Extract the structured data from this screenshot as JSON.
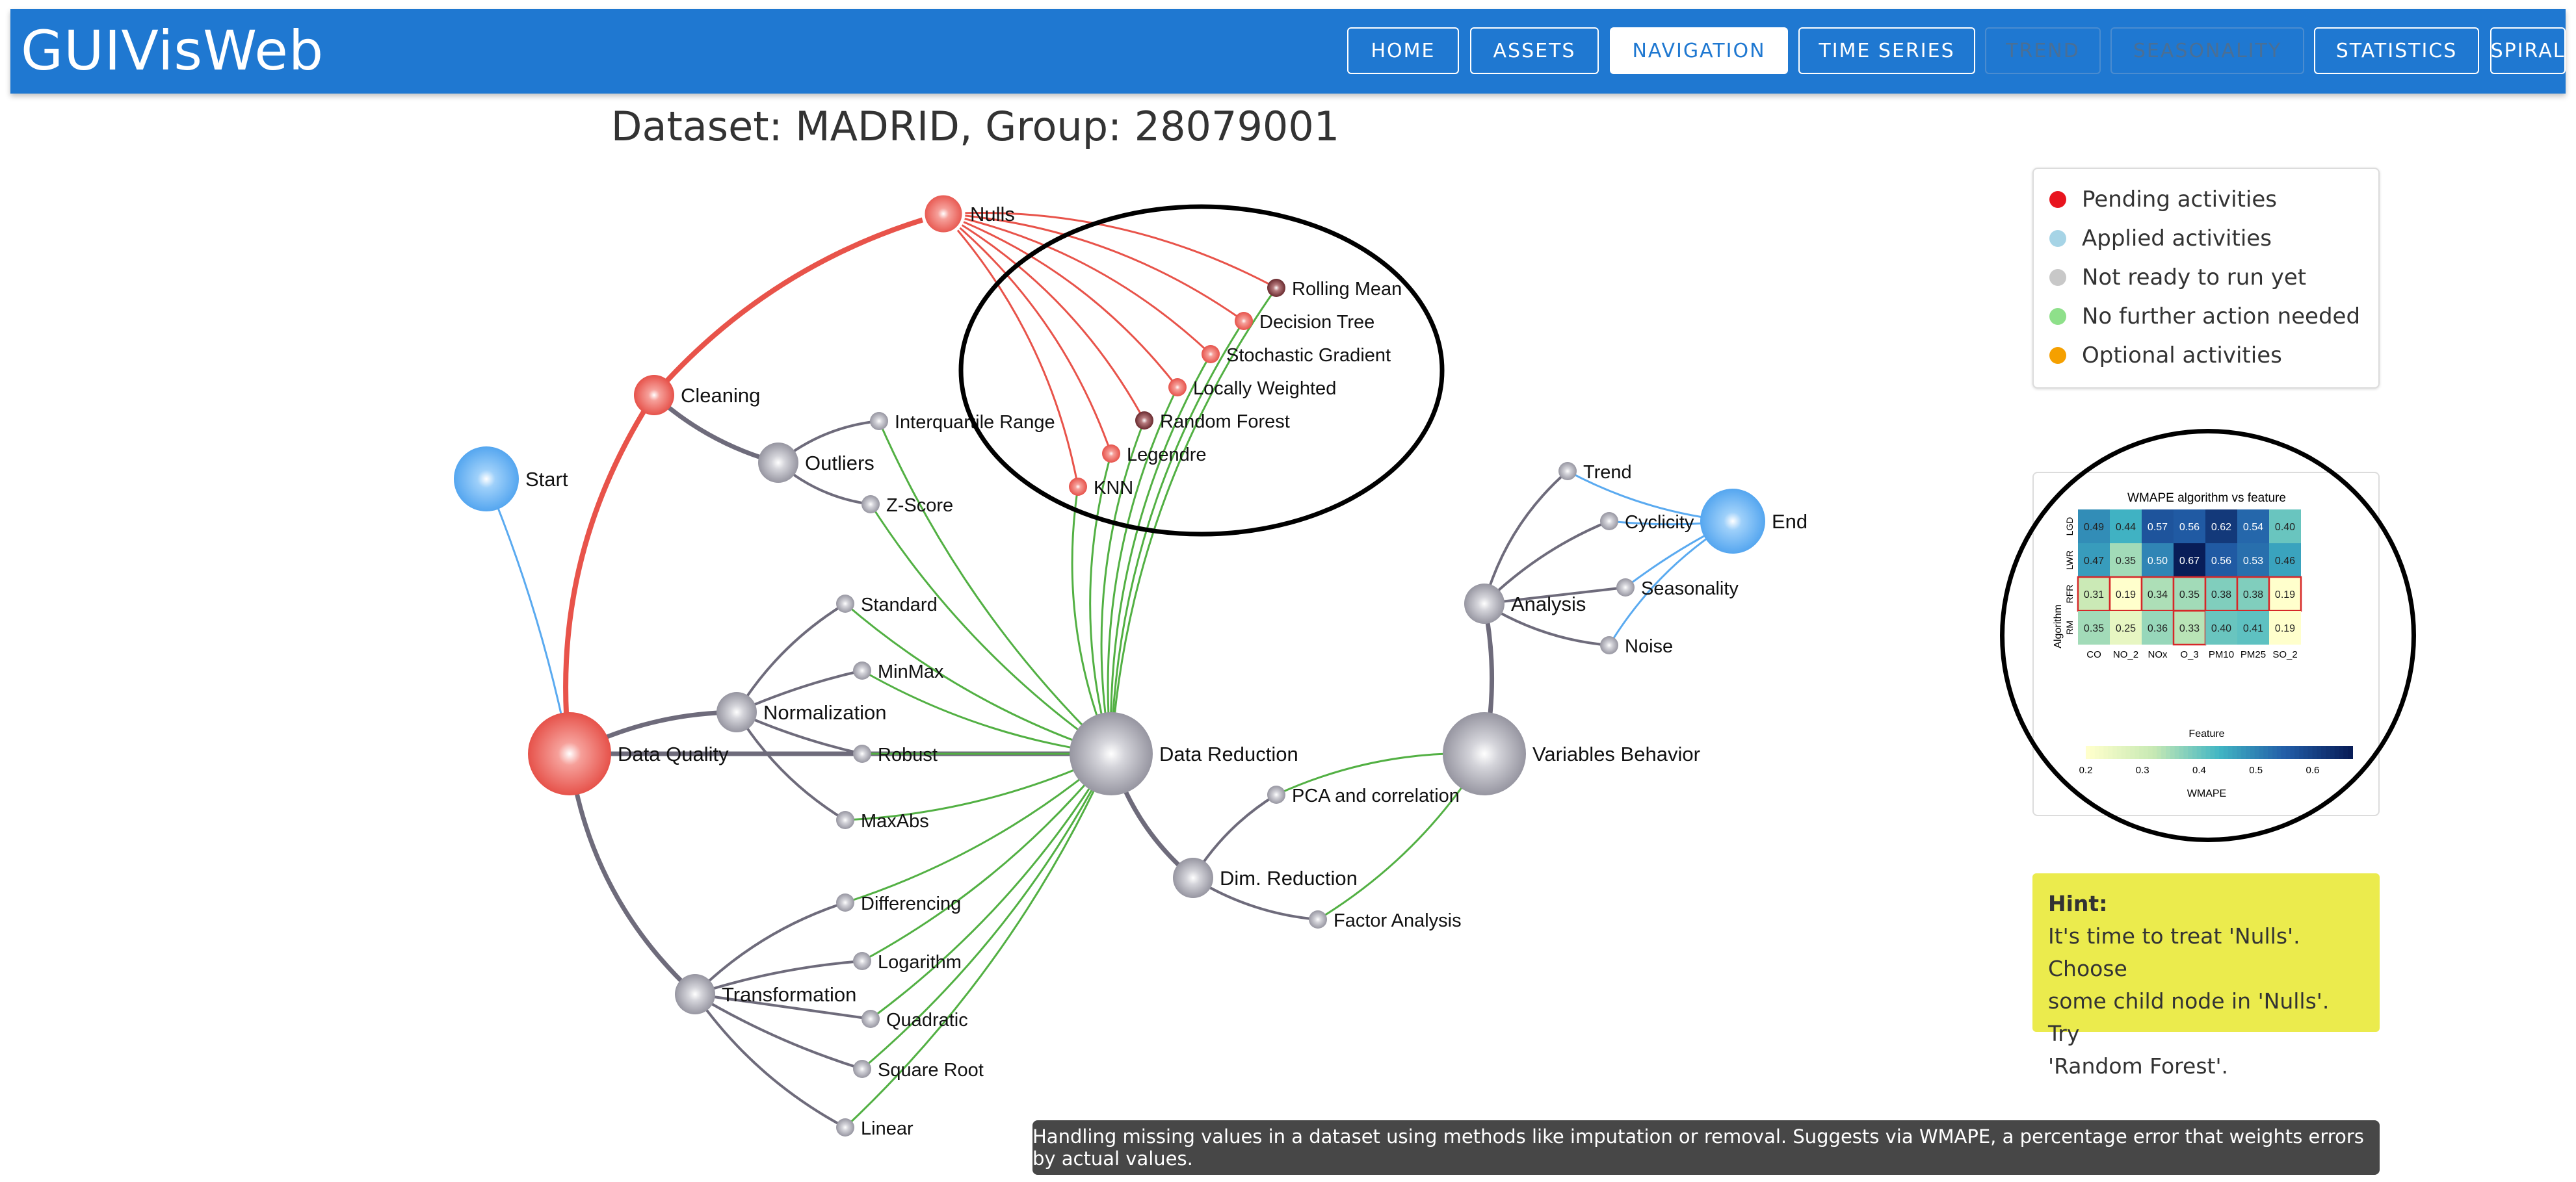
{
  "app": {
    "brand": "GUIVisWeb",
    "nav": [
      {
        "label": "HOME",
        "state": "normal"
      },
      {
        "label": "ASSETS",
        "state": "normal"
      },
      {
        "label": "NAVIGATION",
        "state": "active"
      },
      {
        "label": "TIME SERIES",
        "state": "normal"
      },
      {
        "label": "TREND",
        "state": "disabled"
      },
      {
        "label": "SEASONALITY",
        "state": "disabled"
      },
      {
        "label": "STATISTICS",
        "state": "normal"
      },
      {
        "label": "SPIRAL",
        "state": "normal"
      }
    ]
  },
  "page": {
    "title": "Dataset: MADRID, Group: 28079001"
  },
  "colors": {
    "pending": "#e4473f",
    "applied": "#5aaaf0",
    "not_ready": "#a9a9b3",
    "edge_red": "#e8534a",
    "edge_gray": "#6e6b7b",
    "edge_green": "#52b043",
    "edge_blue": "#5aaaf0",
    "dark_node": "#7a2a2e"
  },
  "graph": {
    "nodes": [
      {
        "id": "start",
        "label": "Start",
        "status": "applied",
        "size": "large"
      },
      {
        "id": "end",
        "label": "End",
        "status": "applied",
        "size": "large"
      },
      {
        "id": "data_quality",
        "label": "Data Quality",
        "status": "pending",
        "size": "xlarge"
      },
      {
        "id": "data_reduction",
        "label": "Data Reduction",
        "status": "not_ready",
        "size": "xlarge"
      },
      {
        "id": "variables_behavior",
        "label": "Variables Behavior",
        "status": "not_ready",
        "size": "xlarge"
      },
      {
        "id": "cleaning",
        "label": "Cleaning",
        "status": "pending",
        "size": "medium"
      },
      {
        "id": "nulls",
        "label": "Nulls",
        "status": "pending",
        "size": "medium"
      },
      {
        "id": "outliers",
        "label": "Outliers",
        "status": "not_ready",
        "size": "medium"
      },
      {
        "id": "normalization",
        "label": "Normalization",
        "status": "not_ready",
        "size": "medium"
      },
      {
        "id": "transformation",
        "label": "Transformation",
        "status": "not_ready",
        "size": "medium"
      },
      {
        "id": "dim_reduction",
        "label": "Dim. Reduction",
        "status": "not_ready",
        "size": "medium"
      },
      {
        "id": "analysis",
        "label": "Analysis",
        "status": "not_ready",
        "size": "medium"
      },
      {
        "id": "rolling_mean",
        "label": "Rolling Mean",
        "status": "dark",
        "size": "small"
      },
      {
        "id": "decision_tree",
        "label": "Decision Tree",
        "status": "pending",
        "size": "small"
      },
      {
        "id": "stochastic_gradient",
        "label": "Stochastic Gradient",
        "status": "pending",
        "size": "small"
      },
      {
        "id": "locally_weighted",
        "label": "Locally Weighted",
        "status": "pending",
        "size": "small"
      },
      {
        "id": "random_forest",
        "label": "Random Forest",
        "status": "dark",
        "size": "small"
      },
      {
        "id": "legendre",
        "label": "Legendre",
        "status": "pending",
        "size": "small"
      },
      {
        "id": "knn",
        "label": "KNN",
        "status": "pending",
        "size": "small"
      },
      {
        "id": "iqr",
        "label": "Interquartile Range",
        "status": "not_ready",
        "size": "small"
      },
      {
        "id": "zscore",
        "label": "Z-Score",
        "status": "not_ready",
        "size": "small"
      },
      {
        "id": "standard",
        "label": "Standard",
        "status": "not_ready",
        "size": "small"
      },
      {
        "id": "minmax",
        "label": "MinMax",
        "status": "not_ready",
        "size": "small"
      },
      {
        "id": "robust",
        "label": "Robust",
        "status": "not_ready",
        "size": "small"
      },
      {
        "id": "maxabs",
        "label": "MaxAbs",
        "status": "not_ready",
        "size": "small"
      },
      {
        "id": "differencing",
        "label": "Differencing",
        "status": "not_ready",
        "size": "small"
      },
      {
        "id": "logarithm",
        "label": "Logarithm",
        "status": "not_ready",
        "size": "small"
      },
      {
        "id": "quadratic",
        "label": "Quadratic",
        "status": "not_ready",
        "size": "small"
      },
      {
        "id": "square_root",
        "label": "Square Root",
        "status": "not_ready",
        "size": "small"
      },
      {
        "id": "linear",
        "label": "Linear",
        "status": "not_ready",
        "size": "small"
      },
      {
        "id": "pca",
        "label": "PCA and correlation",
        "status": "not_ready",
        "size": "small"
      },
      {
        "id": "factor_analysis",
        "label": "Factor Analysis",
        "status": "not_ready",
        "size": "small"
      },
      {
        "id": "trend",
        "label": "Trend",
        "status": "not_ready",
        "size": "small"
      },
      {
        "id": "cyclicity",
        "label": "Cyclicity",
        "status": "not_ready",
        "size": "small"
      },
      {
        "id": "seasonality",
        "label": "Seasonality",
        "status": "not_ready",
        "size": "small"
      },
      {
        "id": "noise",
        "label": "Noise",
        "status": "not_ready",
        "size": "small"
      }
    ]
  },
  "legend": [
    {
      "label": "Pending activities",
      "color": "#e8141e"
    },
    {
      "label": "Applied activities",
      "color": "#a6d4e6"
    },
    {
      "label": "Not ready to run yet",
      "color": "#c8c8c8"
    },
    {
      "label": "No further action needed",
      "color": "#8ee08a"
    },
    {
      "label": "Optional activities",
      "color": "#f5a000"
    }
  ],
  "heatmap": {
    "title": "WMAPE algorithm vs feature",
    "xlabel": "Feature",
    "ylabel": "Algorithm",
    "colorbar_label": "WMAPE",
    "colorbar_ticks": [
      "0.2",
      "0.3",
      "0.4",
      "0.5",
      "0.6"
    ],
    "colorbar_range": [
      0.2,
      0.67
    ],
    "features": [
      "CO",
      "NO_2",
      "NOx",
      "O_3",
      "PM10",
      "PM25",
      "SO_2"
    ],
    "algorithms": [
      "LGD",
      "LWR",
      "RFR",
      "RM"
    ],
    "values": [
      [
        0.49,
        0.44,
        0.57,
        0.56,
        0.62,
        0.54,
        0.4
      ],
      [
        0.47,
        0.35,
        0.5,
        0.67,
        0.56,
        0.53,
        0.46
      ],
      [
        0.31,
        0.19,
        0.34,
        0.35,
        0.38,
        0.38,
        0.19
      ],
      [
        0.35,
        0.25,
        0.36,
        0.33,
        0.4,
        0.41,
        0.19
      ]
    ],
    "highlighted_cells": [
      [
        2,
        0
      ],
      [
        2,
        1
      ],
      [
        2,
        2
      ],
      [
        2,
        3
      ],
      [
        2,
        4
      ],
      [
        2,
        5
      ],
      [
        2,
        6
      ],
      [
        3,
        3
      ]
    ]
  },
  "hint": {
    "title": "Hint:",
    "line1": "It's time to treat 'Nulls'. Choose",
    "line2": "some child node in 'Nulls'. Try",
    "line3": "'Random Forest'."
  },
  "tooltip": {
    "text": "Handling missing values in a dataset using methods like imputation or removal. Suggests via WMAPE, a percentage error that weights errors by actual values."
  }
}
